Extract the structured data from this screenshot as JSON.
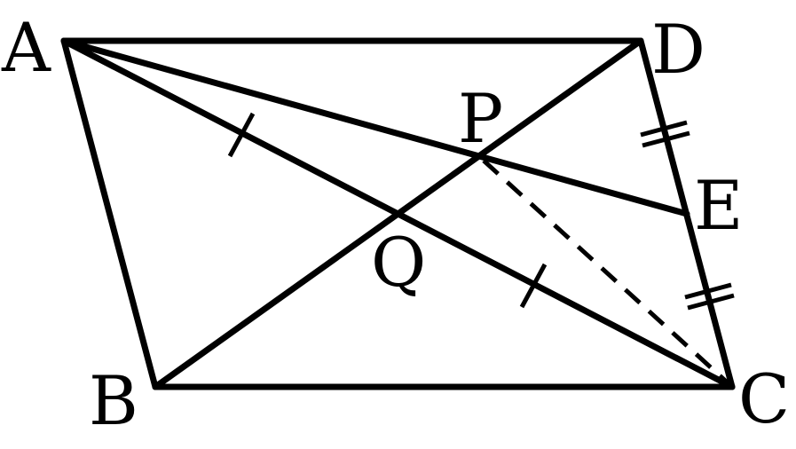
{
  "figure": {
    "labels": {
      "A": "A",
      "B": "B",
      "C": "C",
      "D": "D",
      "E": "E",
      "P": "P",
      "Q": "Q"
    },
    "stroke_color": "#000000",
    "background_color": "#ffffff"
  }
}
